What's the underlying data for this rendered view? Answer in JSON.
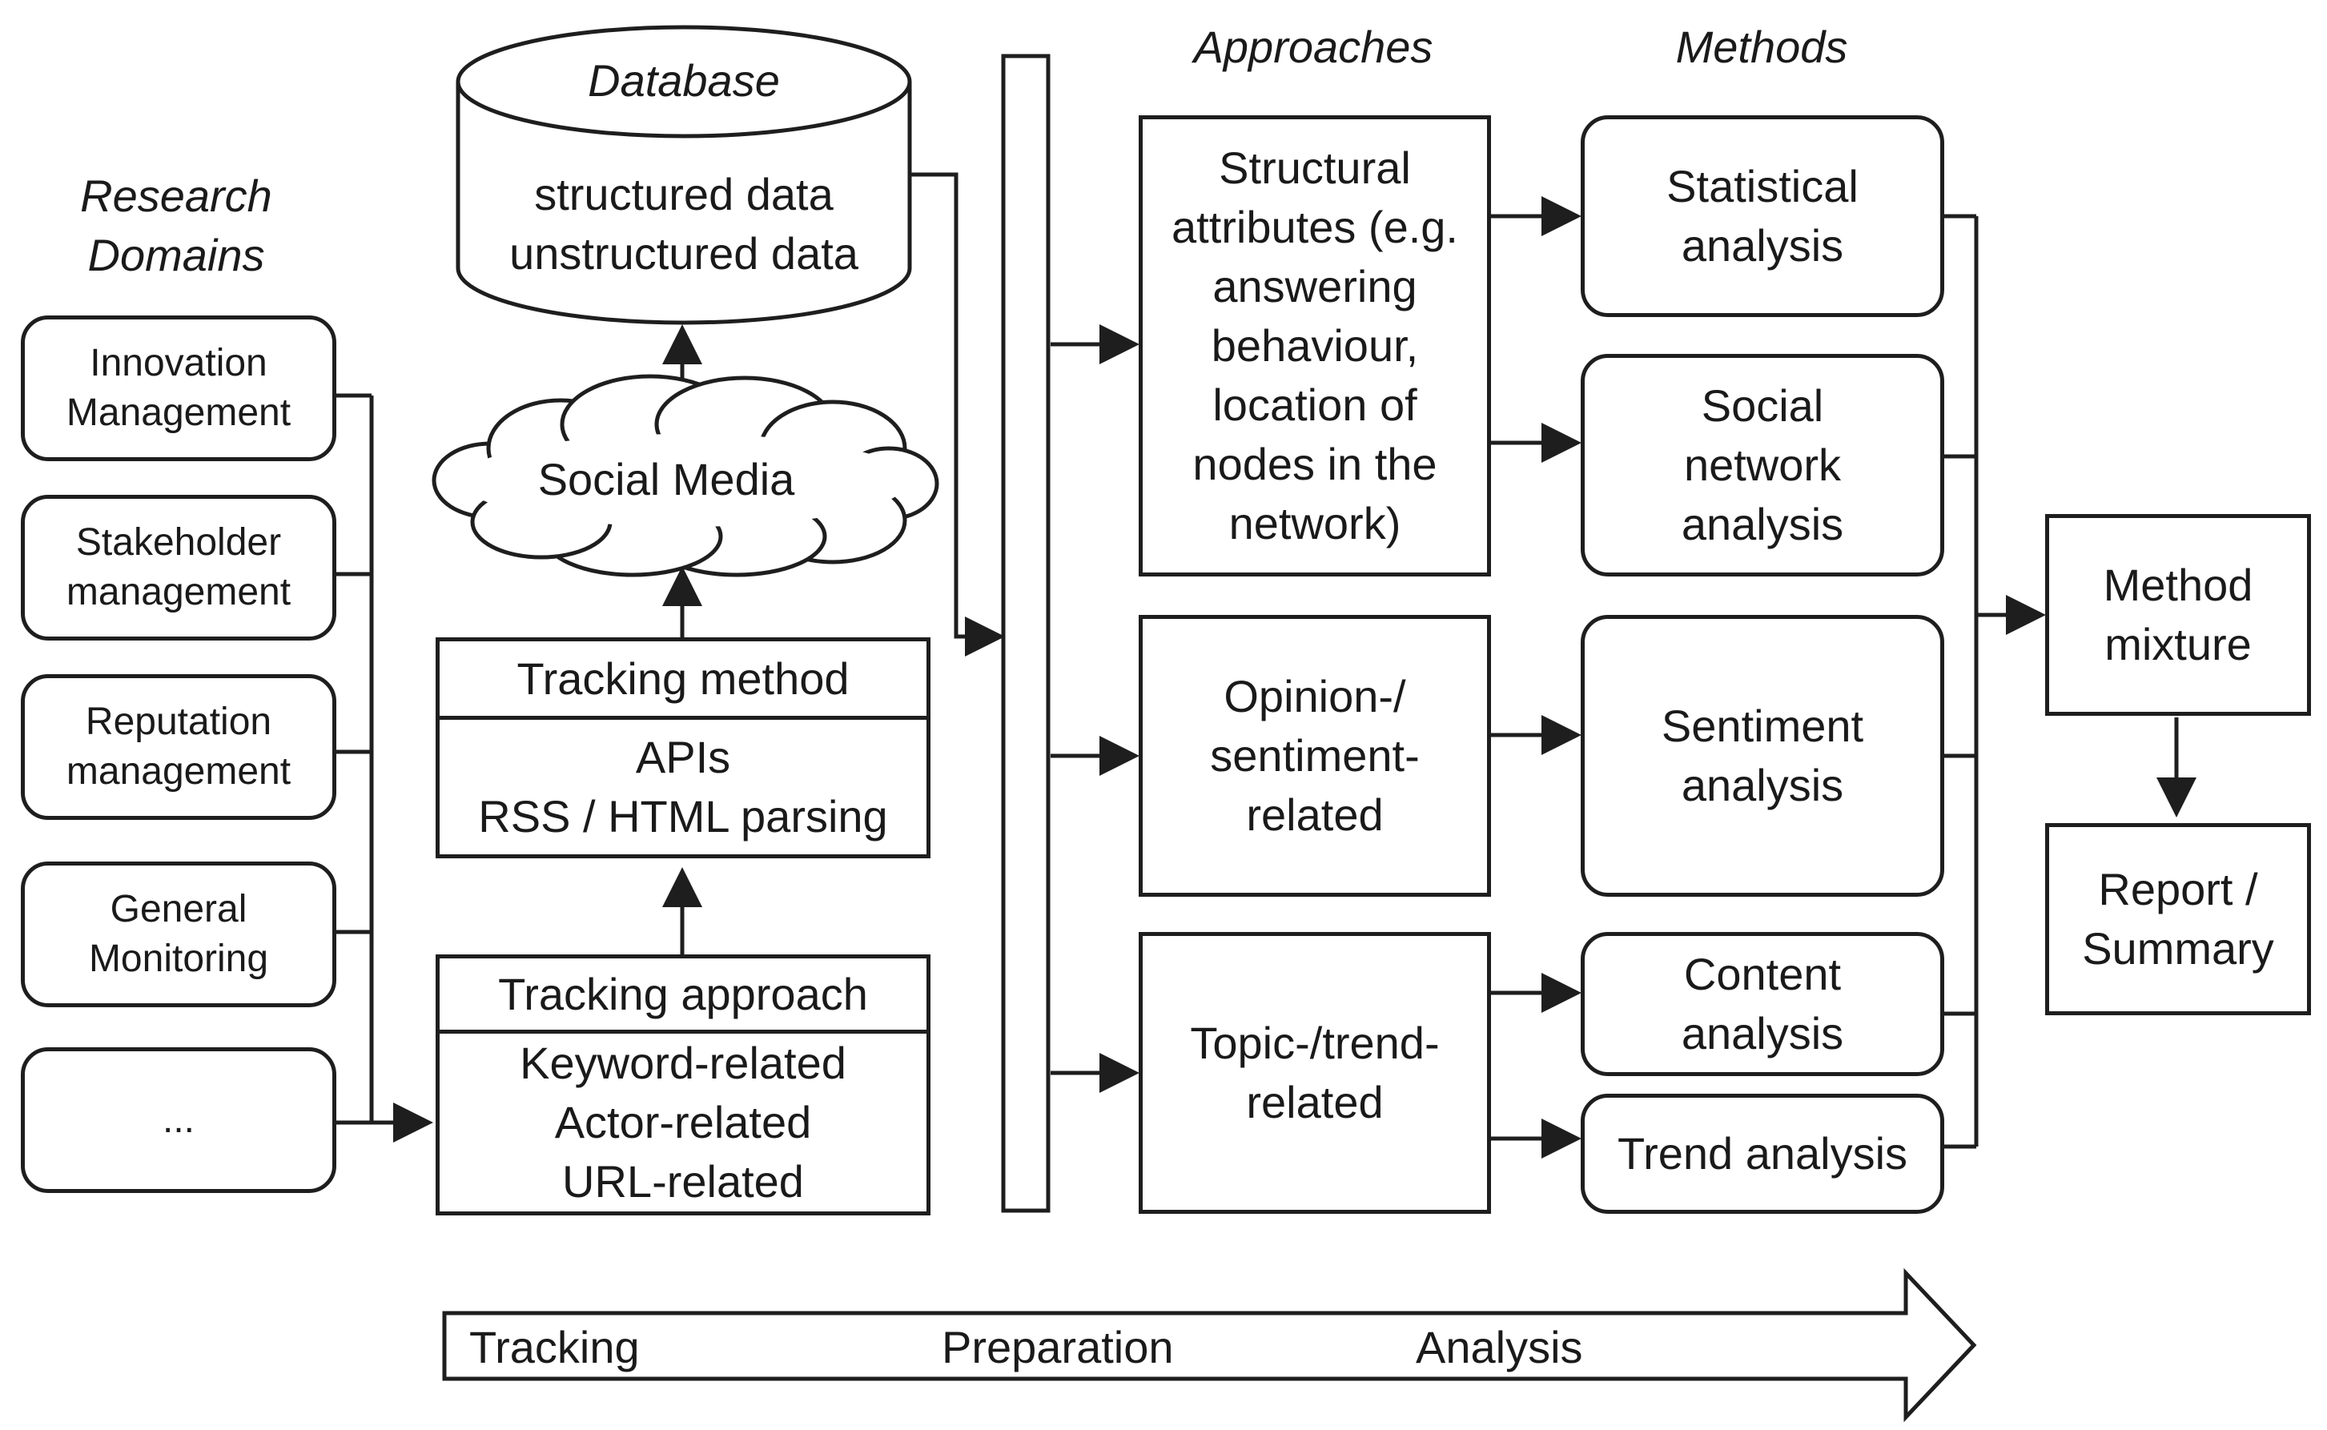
{
  "headers": {
    "research_domains": "Research\nDomains",
    "approaches": "Approaches",
    "methods": "Methods"
  },
  "domains": [
    "Innovation\nManagement",
    "Stakeholder\nmanagement",
    "Reputation\nmanagement",
    "General\nMonitoring",
    "..."
  ],
  "tracking_approach": {
    "title": "Tracking approach",
    "items": "Keyword-related\nActor-related\nURL-related"
  },
  "tracking_method": {
    "title": "Tracking method",
    "items": "APIs\nRSS / HTML parsing"
  },
  "social_media": "Social Media",
  "database": {
    "title": "Database",
    "items": "structured data\nunstructured data"
  },
  "approaches": [
    "Structural\nattributes (e.g.\nanswering\nbehaviour,\nlocation of\nnodes in the\nnetwork)",
    "Opinion-/\nsentiment-\nrelated",
    "Topic-/trend-\nrelated"
  ],
  "methods": [
    "Statistical\nanalysis",
    "Social\nnetwork\nanalysis",
    "Sentiment\nanalysis",
    "Content\nanalysis",
    "Trend analysis"
  ],
  "method_mixture": "Method\nmixture",
  "report_summary": "Report /\nSummary",
  "phases": [
    "Tracking",
    "Preparation",
    "Analysis"
  ]
}
